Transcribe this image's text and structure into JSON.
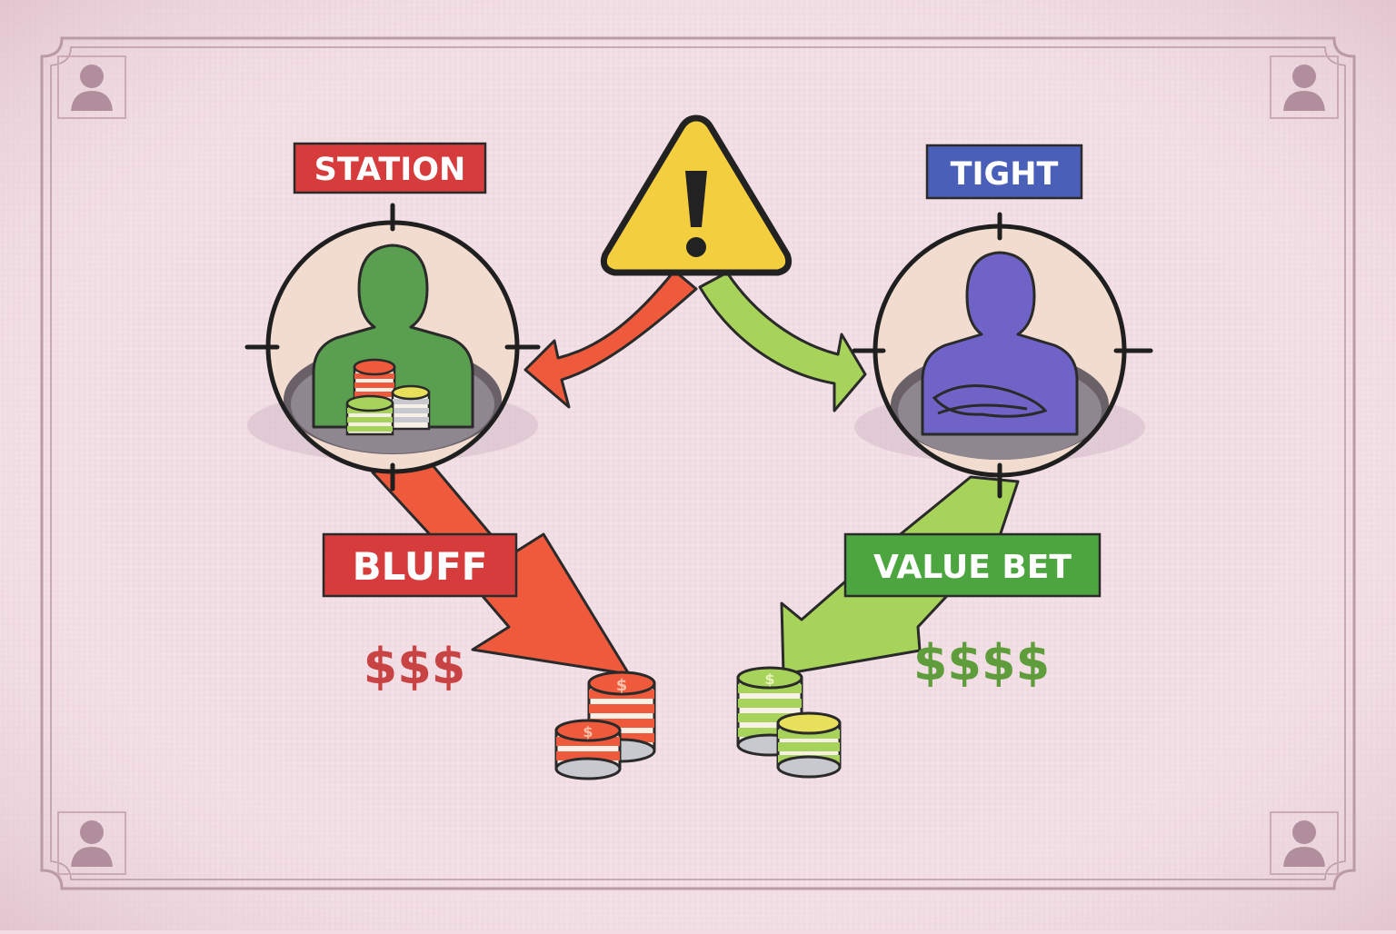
{
  "labels": {
    "station": "STATION",
    "tight": "TIGHT",
    "bluff": "BLUFF",
    "value_bet": "VALUE BET",
    "bluff_payout": "$$$",
    "value_payout": "$$$$"
  },
  "colors": {
    "background": "#f2dde4",
    "frame": "#b99aa6",
    "station": "#d63c3c",
    "tight": "#4a5fb8",
    "bluff": "#d63c3c",
    "value_bet": "#4da540",
    "bluff_payout": "#c84444",
    "value_payout": "#5f9d3c",
    "red_arrow": "#ef5a3c",
    "green_arrow": "#a8d35a",
    "warning": "#f3cf3f",
    "station_player": "#5a9e50",
    "tight_player": "#6f63c8"
  },
  "icons": {
    "warning": "warning-icon",
    "corner": "player-silhouette-icon",
    "target": "crosshair-target-icon",
    "chips": "poker-chip-stack-icon"
  }
}
